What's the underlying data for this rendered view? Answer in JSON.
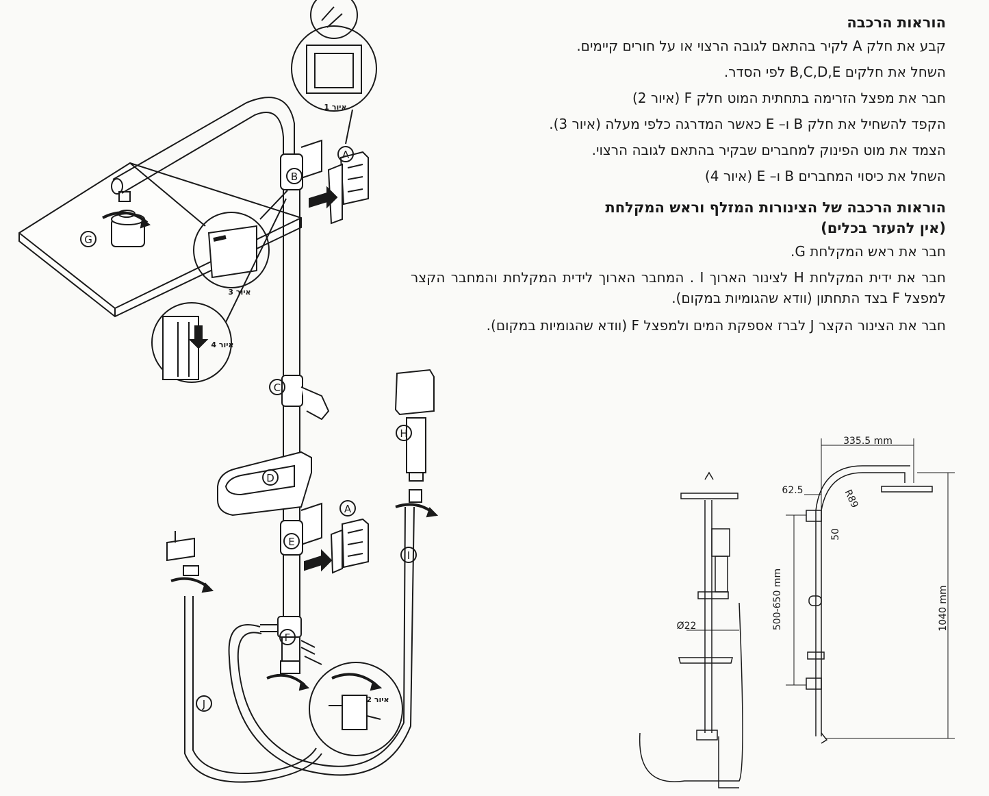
{
  "section1": {
    "title": "הוראות הרכבה",
    "steps": [
      "קבע את חלק A לקיר בהתאם לגובה הרצוי או על חורים קיימים.",
      "השחל את חלקים B,C,D,E לפי הסדר.",
      "חבר את מפצל הזרימה בתחתית המוט חלק F (איור 2)",
      "הקפד להשחיל את חלק B ו– E כאשר המדרגה כלפי מעלה (איור 3).",
      "הצמד את מוט הפינוק למחברים שבקיר בהתאם לגובה הרצוי.",
      "השחל את כיסוי המחברים B ו– E (איור 4)"
    ]
  },
  "section2": {
    "title_line1": "הוראות הרכבה של הצינורות המזלף וראש המקלחת",
    "title_line2": "(אין להעזר בכלים)",
    "steps": [
      "חבר את ראש המקלחת G.",
      "חבר את ידית המקלחת H לצינור הארוך I . המחבר הארוך לידית המקלחת והמחבר הקצר למפצל F בצד התחתון (וודא שהגומיות במקום).",
      "חבר את הצינור הקצר J לברז אספקת המים ולמפצל F (וודא שהגומיות במקום)."
    ]
  },
  "diagram": {
    "part_labels": [
      "A",
      "B",
      "C",
      "D",
      "E",
      "F",
      "G",
      "H",
      "I",
      "J",
      "A"
    ],
    "figure_labels": {
      "fig1": "איור 1",
      "fig2": "איור 2",
      "fig3": "איור 3",
      "fig4": "איור 4"
    }
  },
  "dimensions": {
    "width_top": "335.5 mm",
    "offset": "62.5",
    "radius": "R89",
    "bracket": "50",
    "bracket_span": "500-650 mm",
    "pipe_diameter": "Ø22",
    "total_height": "1040 mm"
  }
}
